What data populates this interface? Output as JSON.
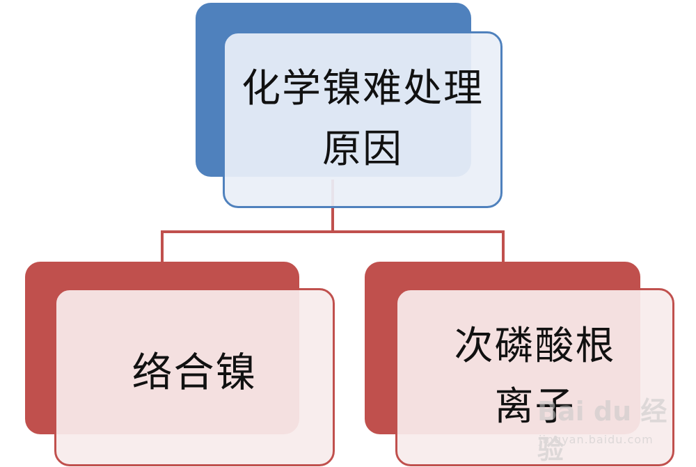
{
  "diagram": {
    "top_node": {
      "lines": [
        "化学镍难处理",
        "原因"
      ]
    },
    "left_node": {
      "lines": [
        "络合镍"
      ]
    },
    "right_node": {
      "lines": [
        "次磷酸根",
        "离子"
      ]
    }
  },
  "watermark": {
    "logo": "Bai du 经验",
    "url": "jingyan.baidu.com"
  },
  "colors": {
    "top_accent": "#4f81bd",
    "child_accent": "#c0504d",
    "top_fill": "#e9eff8",
    "child_fill": "#f8ecec"
  }
}
